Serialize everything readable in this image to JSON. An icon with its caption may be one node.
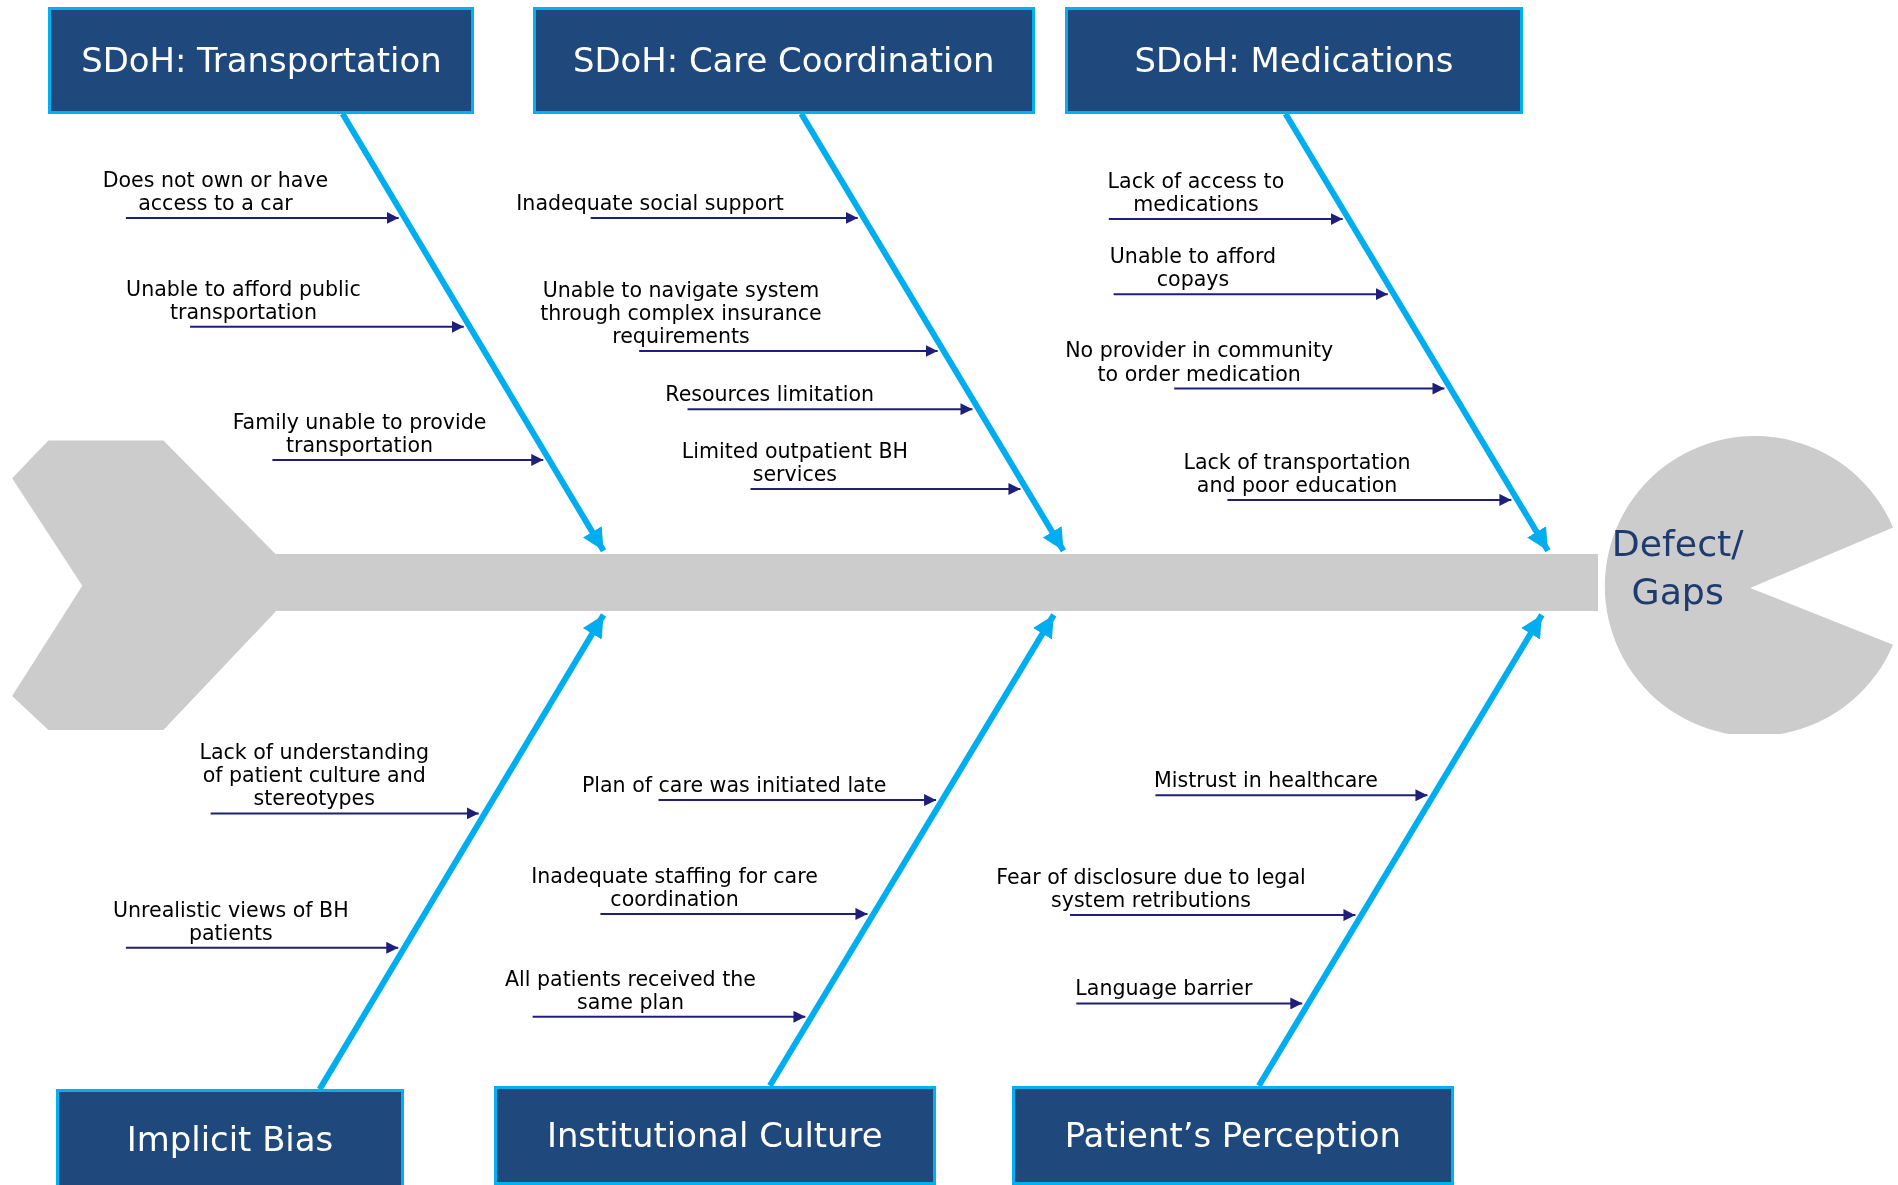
{
  "diagram": {
    "nodes": [
      {
        "text": [
          "SDoH: Transportation"
        ]
      },
      {
        "text": [
          "SDoH: Care Coordination"
        ]
      },
      {
        "text": [
          "SDoH: Medications"
        ]
      },
      {
        "text": [
          "Does not own or have access to a car"
        ]
      },
      {
        "text": [
          "Unable to afford public transportation"
        ]
      },
      {
        "text": [
          "Family unable to provide transportation"
        ]
      },
      {
        "text": [
          "Inadequate social support"
        ]
      },
      {
        "text": [
          "Unable to navigate system through complex insurance requirements"
        ]
      },
      {
        "text": [
          "Resources limitation"
        ]
      },
      {
        "text": [
          "Limited outpatient BH services"
        ]
      },
      {
        "text": [
          "Lack of access to medications"
        ]
      },
      {
        "text": [
          "Unable to afford copays"
        ]
      },
      {
        "text": [
          "No provider in community to order medication"
        ]
      },
      {
        "text": [
          "Lack of transportation and poor education"
        ]
      },
      {
        "text": [],
        "shape": "bar"
      },
      {
        "text": [
          "Defect/ Gaps"
        ]
      },
      {
        "text": [
          "Lack of understanding of patient culture and stereotypes"
        ]
      },
      {
        "text": [
          "Unrealistic views of BH patients"
        ]
      },
      {
        "text": [
          "Plan of care was initiated late"
        ]
      },
      {
        "text": [
          "Inadequate staffing for care coordination"
        ]
      },
      {
        "text": [
          "All patients received the same plan"
        ]
      },
      {
        "text": [
          "Mistrust in healthcare"
        ]
      },
      {
        "text": [
          "Fear of disclosure due to legal system retributions"
        ]
      },
      {
        "text": [
          "Language barrier"
        ]
      },
      {
        "text": [
          "Implicit Bias"
        ]
      },
      {
        "text": [
          "Institutional Culture"
        ]
      },
      {
        "text": [
          "Patient’s Perception"
        ]
      }
    ],
    "edges": [
      {
        "from": 0,
        "to": 14,
        "arrow": "to",
        "style": "thick",
        "color": "#00aeef"
      },
      {
        "from": 1,
        "to": 14,
        "arrow": "to",
        "style": "thick",
        "color": "#00aeef"
      },
      {
        "from": 2,
        "to": 14,
        "arrow": "to",
        "style": "thick",
        "color": "#00aeef"
      },
      {
        "from": 24,
        "to": 14,
        "arrow": "to",
        "style": "thick",
        "color": "#00aeef"
      },
      {
        "from": 25,
        "to": 14,
        "arrow": "to",
        "style": "thick",
        "color": "#00aeef"
      },
      {
        "from": 26,
        "to": 14,
        "arrow": "to",
        "style": "thick",
        "color": "#00aeef"
      },
      {
        "from": 3,
        "to": null,
        "arrow": "to"
      },
      {
        "from": 4,
        "to": null,
        "arrow": "to"
      },
      {
        "from": 5,
        "to": null,
        "arrow": "to"
      },
      {
        "from": 6,
        "to": null,
        "arrow": "to"
      },
      {
        "from": 7,
        "to": null,
        "arrow": "to"
      },
      {
        "from": 8,
        "to": null,
        "arrow": "to"
      },
      {
        "from": 9,
        "to": null,
        "arrow": "to"
      },
      {
        "from": 10,
        "to": null,
        "arrow": "to"
      },
      {
        "from": 11,
        "to": null,
        "arrow": "to"
      },
      {
        "from": 12,
        "to": null,
        "arrow": "to"
      },
      {
        "from": 13,
        "to": null,
        "arrow": "to"
      },
      {
        "from": 16,
        "to": null,
        "arrow": "to"
      },
      {
        "from": 17,
        "to": null,
        "arrow": "to"
      },
      {
        "from": 18,
        "to": null,
        "arrow": "to"
      },
      {
        "from": 19,
        "to": null,
        "arrow": "to"
      },
      {
        "from": 20,
        "to": null,
        "arrow": "to"
      },
      {
        "from": 21,
        "to": null,
        "arrow": "to"
      },
      {
        "from": 22,
        "to": null,
        "arrow": "to"
      },
      {
        "from": 23,
        "to": null,
        "arrow": "to"
      }
    ]
  }
}
